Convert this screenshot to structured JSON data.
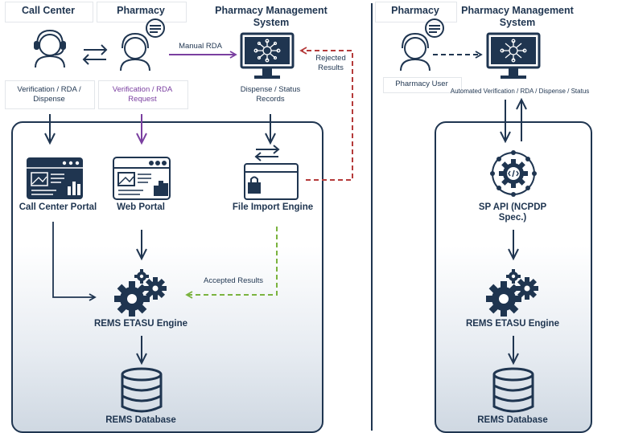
{
  "left": {
    "headers": {
      "call_center": "Call Center",
      "pharmacy": "Pharmacy",
      "pms": "Pharmacy Management\nSystem"
    },
    "sub_labels": {
      "call_center": "Verification /  RDA /\nDispense",
      "pharmacy": "Verification / RDA\nRequest",
      "pms": "Dispense / Status\nRecords"
    },
    "edge_labels": {
      "manual_rda": "Manual RDA",
      "rejected": "Rejected\nResults",
      "accepted": "Accepted Results"
    },
    "nodes": {
      "call_center_portal": "Call Center Portal",
      "web_portal": "Web Portal",
      "file_import": "File Import Engine",
      "etasu": "REMS ETASU Engine",
      "database": "REMS Database"
    }
  },
  "right": {
    "headers": {
      "pharmacy": "Pharmacy",
      "pms": "Pharmacy Management\nSystem"
    },
    "sub_labels": {
      "pharmacy_user": "Pharmacy User",
      "automated": "Automated Verification / RDA / Dispense / Status"
    },
    "nodes": {
      "sp_api": "SP API (NCPDP\nSpec.)",
      "etasu": "REMS ETASU Engine",
      "database": "REMS Database"
    }
  },
  "colors": {
    "navy": "#1f3550",
    "purple": "#7a3fa0",
    "red_dashed": "#b53a3a",
    "green_dashed": "#7bb33f"
  }
}
